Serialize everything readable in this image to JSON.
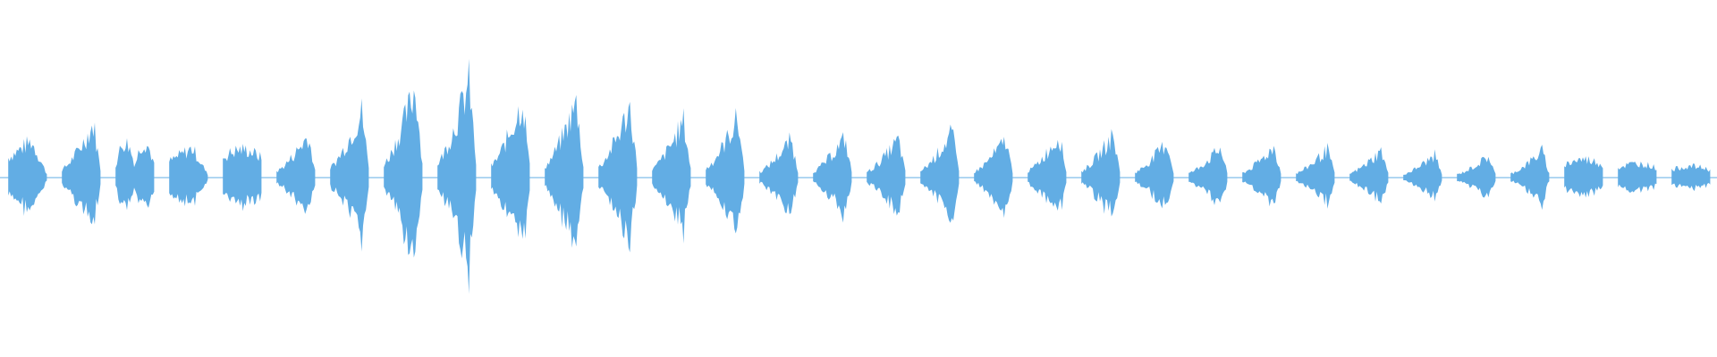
{
  "waveform": {
    "color": "#62ade4",
    "background": "#ffffff",
    "segments": [
      {
        "id": 1,
        "amp": 0.26,
        "shape": "fade"
      },
      {
        "id": 2,
        "amp": 0.38,
        "shape": "swell"
      },
      {
        "id": 3,
        "amp": 0.25,
        "shape": "double"
      },
      {
        "id": 4,
        "amp": 0.21,
        "shape": "fade"
      },
      {
        "id": 5,
        "amp": 0.2,
        "shape": "block"
      },
      {
        "id": 6,
        "amp": 0.3,
        "shape": "swell"
      },
      {
        "id": 7,
        "amp": 0.47,
        "shape": "swell"
      },
      {
        "id": 8,
        "amp": 0.64,
        "shape": "swell"
      },
      {
        "id": 9,
        "amp": 0.68,
        "shape": "swell"
      },
      {
        "id": 10,
        "amp": 0.55,
        "shape": "swell"
      },
      {
        "id": 11,
        "amp": 0.53,
        "shape": "swell"
      },
      {
        "id": 12,
        "amp": 0.5,
        "shape": "swell"
      },
      {
        "id": 13,
        "amp": 0.4,
        "shape": "swell"
      },
      {
        "id": 14,
        "amp": 0.42,
        "shape": "swell"
      },
      {
        "id": 15,
        "amp": 0.27,
        "shape": "swell"
      },
      {
        "id": 16,
        "amp": 0.28,
        "shape": "swell"
      },
      {
        "id": 17,
        "amp": 0.27,
        "shape": "swell"
      },
      {
        "id": 18,
        "amp": 0.32,
        "shape": "swell"
      },
      {
        "id": 19,
        "amp": 0.27,
        "shape": "swell"
      },
      {
        "id": 20,
        "amp": 0.3,
        "shape": "swell"
      },
      {
        "id": 21,
        "amp": 0.3,
        "shape": "swell"
      },
      {
        "id": 22,
        "amp": 0.25,
        "shape": "swell"
      },
      {
        "id": 23,
        "amp": 0.21,
        "shape": "swell"
      },
      {
        "id": 24,
        "amp": 0.22,
        "shape": "swell"
      },
      {
        "id": 25,
        "amp": 0.2,
        "shape": "swell"
      },
      {
        "id": 26,
        "amp": 0.19,
        "shape": "swell"
      },
      {
        "id": 27,
        "amp": 0.16,
        "shape": "swell"
      },
      {
        "id": 28,
        "amp": 0.15,
        "shape": "swell"
      },
      {
        "id": 29,
        "amp": 0.19,
        "shape": "swell"
      },
      {
        "id": 30,
        "amp": 0.13,
        "shape": "block"
      },
      {
        "id": 31,
        "amp": 0.1,
        "shape": "block"
      },
      {
        "id": 32,
        "amp": 0.08,
        "shape": "block"
      }
    ]
  }
}
